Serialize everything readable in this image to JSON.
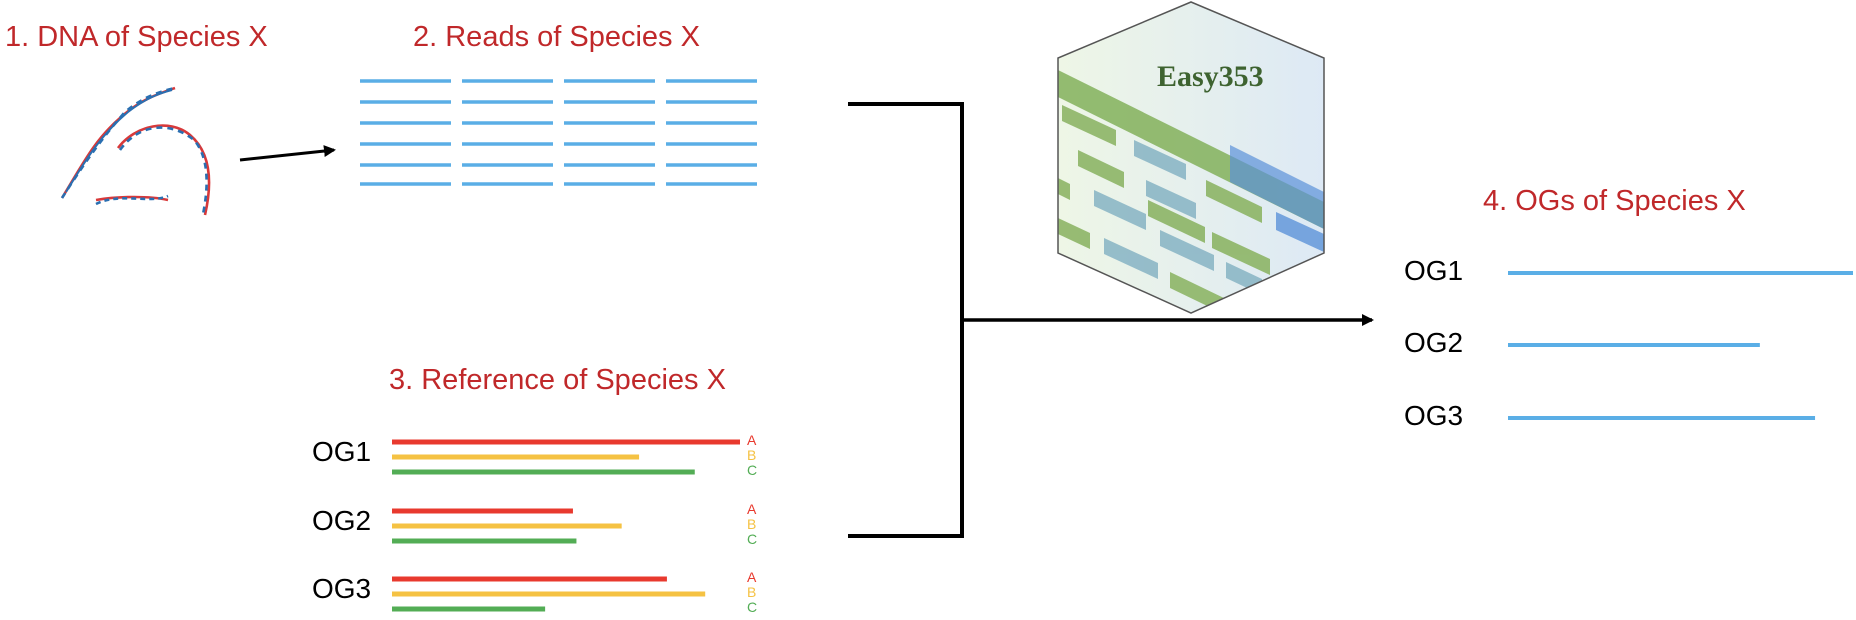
{
  "steps": {
    "dna": "1. DNA of Species X",
    "reads": "2. Reads of Species X",
    "reference": "3. Reference of Species X",
    "ogs": "4. OGs of Species X"
  },
  "logo": {
    "text": "Easy353"
  },
  "reference": {
    "groups": [
      {
        "label": "OG1",
        "bars": [
          {
            "key": "A",
            "length": 1.0
          },
          {
            "key": "B",
            "length": 0.71
          },
          {
            "key": "C",
            "length": 0.87
          }
        ]
      },
      {
        "label": "OG2",
        "bars": [
          {
            "key": "A",
            "length": 0.52
          },
          {
            "key": "B",
            "length": 0.66
          },
          {
            "key": "C",
            "length": 0.53
          }
        ]
      },
      {
        "label": "OG3",
        "bars": [
          {
            "key": "A",
            "length": 0.79
          },
          {
            "key": "B",
            "length": 0.9
          },
          {
            "key": "C",
            "length": 0.44
          }
        ]
      }
    ],
    "colors": {
      "A": "#e8392e",
      "B": "#f5c243",
      "C": "#53ad55"
    }
  },
  "output": {
    "groups": [
      {
        "label": "OG1",
        "length": 1.0
      },
      {
        "label": "OG2",
        "length": 0.73
      },
      {
        "label": "OG3",
        "length": 0.89
      }
    ]
  },
  "colors": {
    "title": "#c0282a",
    "read": "#5aaee6",
    "arrow": "#000000"
  },
  "icons": {
    "dna": "dna-helix-icon",
    "logo": "easy353-hexagon-logo-icon"
  }
}
